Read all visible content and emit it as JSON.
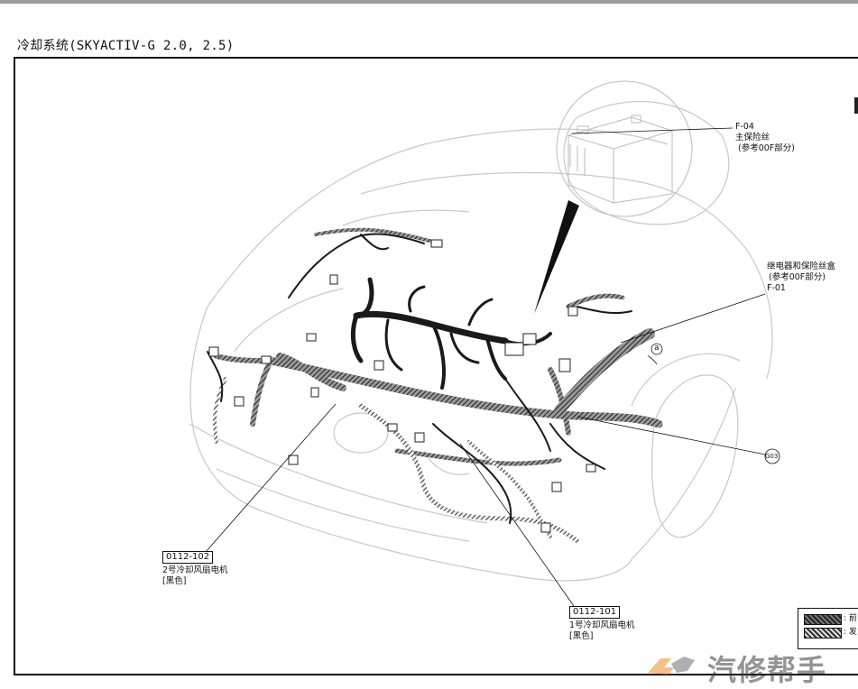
{
  "page": {
    "title": "冷却系统(SKYACTIV-G 2.0, 2.5)"
  },
  "callouts": {
    "main_fuse": {
      "code": "F-04",
      "name": "主保险丝",
      "ref": "(参考00F部分)"
    },
    "relay_box": {
      "name": "继电器和保险丝盒",
      "ref": "(参考00F部分)",
      "code": "F-01"
    },
    "marker_a": "a",
    "ground": "G03",
    "fan_motor_2": {
      "code": "0112-102",
      "name": "2号冷却风扇电机",
      "color": "[黑色]"
    },
    "fan_motor_1": {
      "code": "0112-101",
      "name": "1号冷却风扇电机",
      "color": "[黑色]"
    }
  },
  "legend": {
    "row1": ": 前",
    "row2": ": 发"
  },
  "watermark": {
    "text": "汽修帮手"
  },
  "colors": {
    "line": "#111111",
    "outline": "#c8c8c8",
    "harness_dark": "#1a1a1a",
    "harness_pattern": "#777777"
  }
}
